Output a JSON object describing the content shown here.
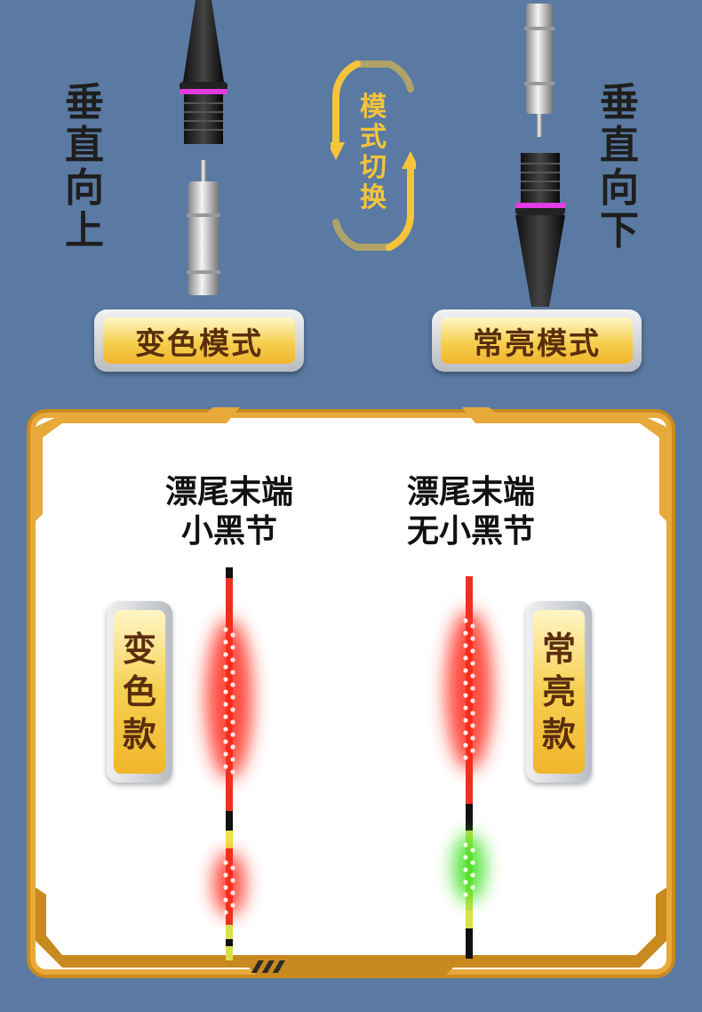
{
  "left_label": [
    "垂",
    "直",
    "向",
    "上"
  ],
  "right_label": [
    "垂",
    "直",
    "向",
    "下"
  ],
  "switch_label": [
    "模",
    "式",
    "切",
    "换"
  ],
  "left_button": "变色模式",
  "right_button": "常亮模式",
  "left_heading": [
    "漂尾末端",
    "小黑节"
  ],
  "right_heading": [
    "漂尾末端",
    "无小黑节"
  ],
  "left_badge": [
    "变",
    "色",
    "款"
  ],
  "right_badge": [
    "常",
    "亮",
    "款"
  ],
  "colors": {
    "background": "#5a7aa3",
    "gold": "#f0b52c",
    "red_light": "#ff2a1a",
    "green_light": "#39e01a"
  }
}
